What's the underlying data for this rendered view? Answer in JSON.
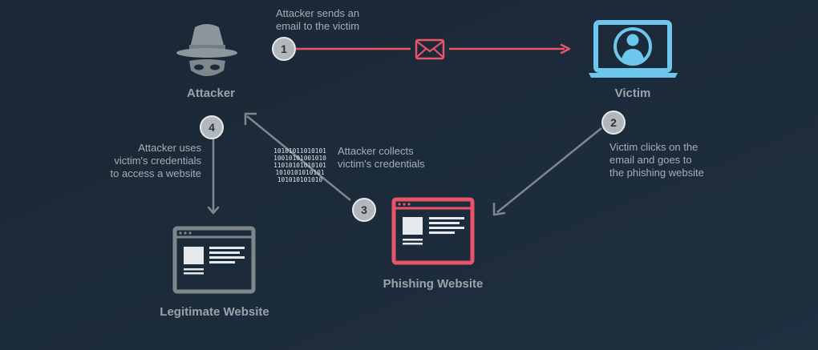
{
  "nodes": {
    "attacker": "Attacker",
    "victim": "Victim",
    "legitimate": "Legitimate Website",
    "phishing": "Phishing Website"
  },
  "steps": [
    {
      "num": "1",
      "text": "Attacker sends an\nemail to the victim"
    },
    {
      "num": "2",
      "text": "Victim clicks on the\nemail and goes to\nthe phishing website"
    },
    {
      "num": "3",
      "text": "Attacker collects\nvictim's credentials"
    },
    {
      "num": "4",
      "text": "Attacker uses\nvictim's credentials\nto access a website"
    }
  ],
  "binary_text": "10101011010101\n10010101001010\n11010101010101\n1010101010101\n101010101010",
  "colors": {
    "background": "#1c2a3a",
    "accent_red": "#e8556b",
    "victim_blue": "#6dc6ec",
    "gray": "#7e878c",
    "text": "#a7adb3"
  },
  "icons": {
    "attacker": "spy-hat-icon",
    "victim": "laptop-user-icon",
    "email": "envelope-icon",
    "binary": "binary-data-icon"
  }
}
